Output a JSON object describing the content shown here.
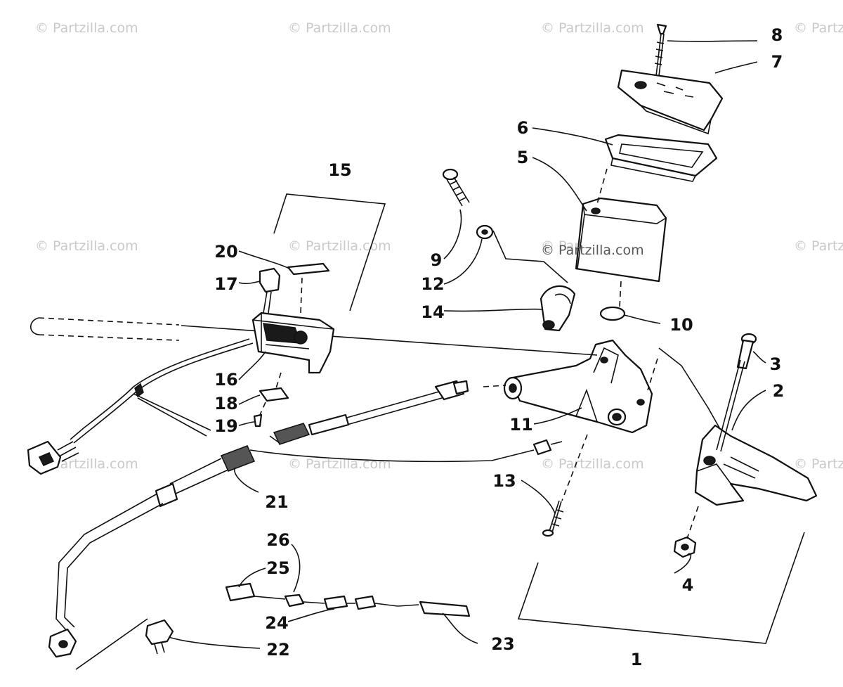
{
  "watermark": "© Partzilla.com",
  "callouts": {
    "c1": "1",
    "c2": "2",
    "c3": "3",
    "c4": "4",
    "c5": "5",
    "c6": "6",
    "c7": "7",
    "c8": "8",
    "c9": "9",
    "c10": "10",
    "c11": "11",
    "c12": "12",
    "c13": "13",
    "c14": "14",
    "c15": "15",
    "c16": "16",
    "c17": "17",
    "c18": "18",
    "c19": "19",
    "c20": "20",
    "c21": "21",
    "c22": "22",
    "c23": "23",
    "c24": "24",
    "c25": "25",
    "c26": "26"
  }
}
